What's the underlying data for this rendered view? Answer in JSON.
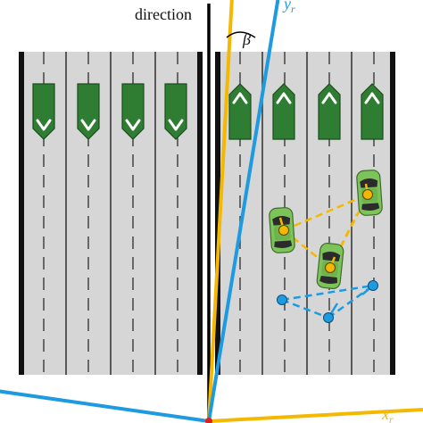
{
  "labels": {
    "direction": "direction",
    "angle": "β",
    "axis_y": "y",
    "axis_y_sub": "r",
    "axis_x": "x",
    "axis_x_sub": "r"
  },
  "colors": {
    "road": "#d6d6d6",
    "lane_divider": "#3a3a3a",
    "median": "#111111",
    "sign_fill": "#2e7d32",
    "sign_stroke": "#ffffff",
    "car_body": "#7cc35a",
    "car_glass": "#2b2b2b",
    "axis_yellow": "#f5b800",
    "axis_blue": "#1e9be0",
    "axis_black": "#000000",
    "origin": "#e02020"
  },
  "icons": {
    "left_signs": "chevron-down-icon",
    "right_signs": "chevron-up-icon",
    "cars": "car-icon"
  }
}
